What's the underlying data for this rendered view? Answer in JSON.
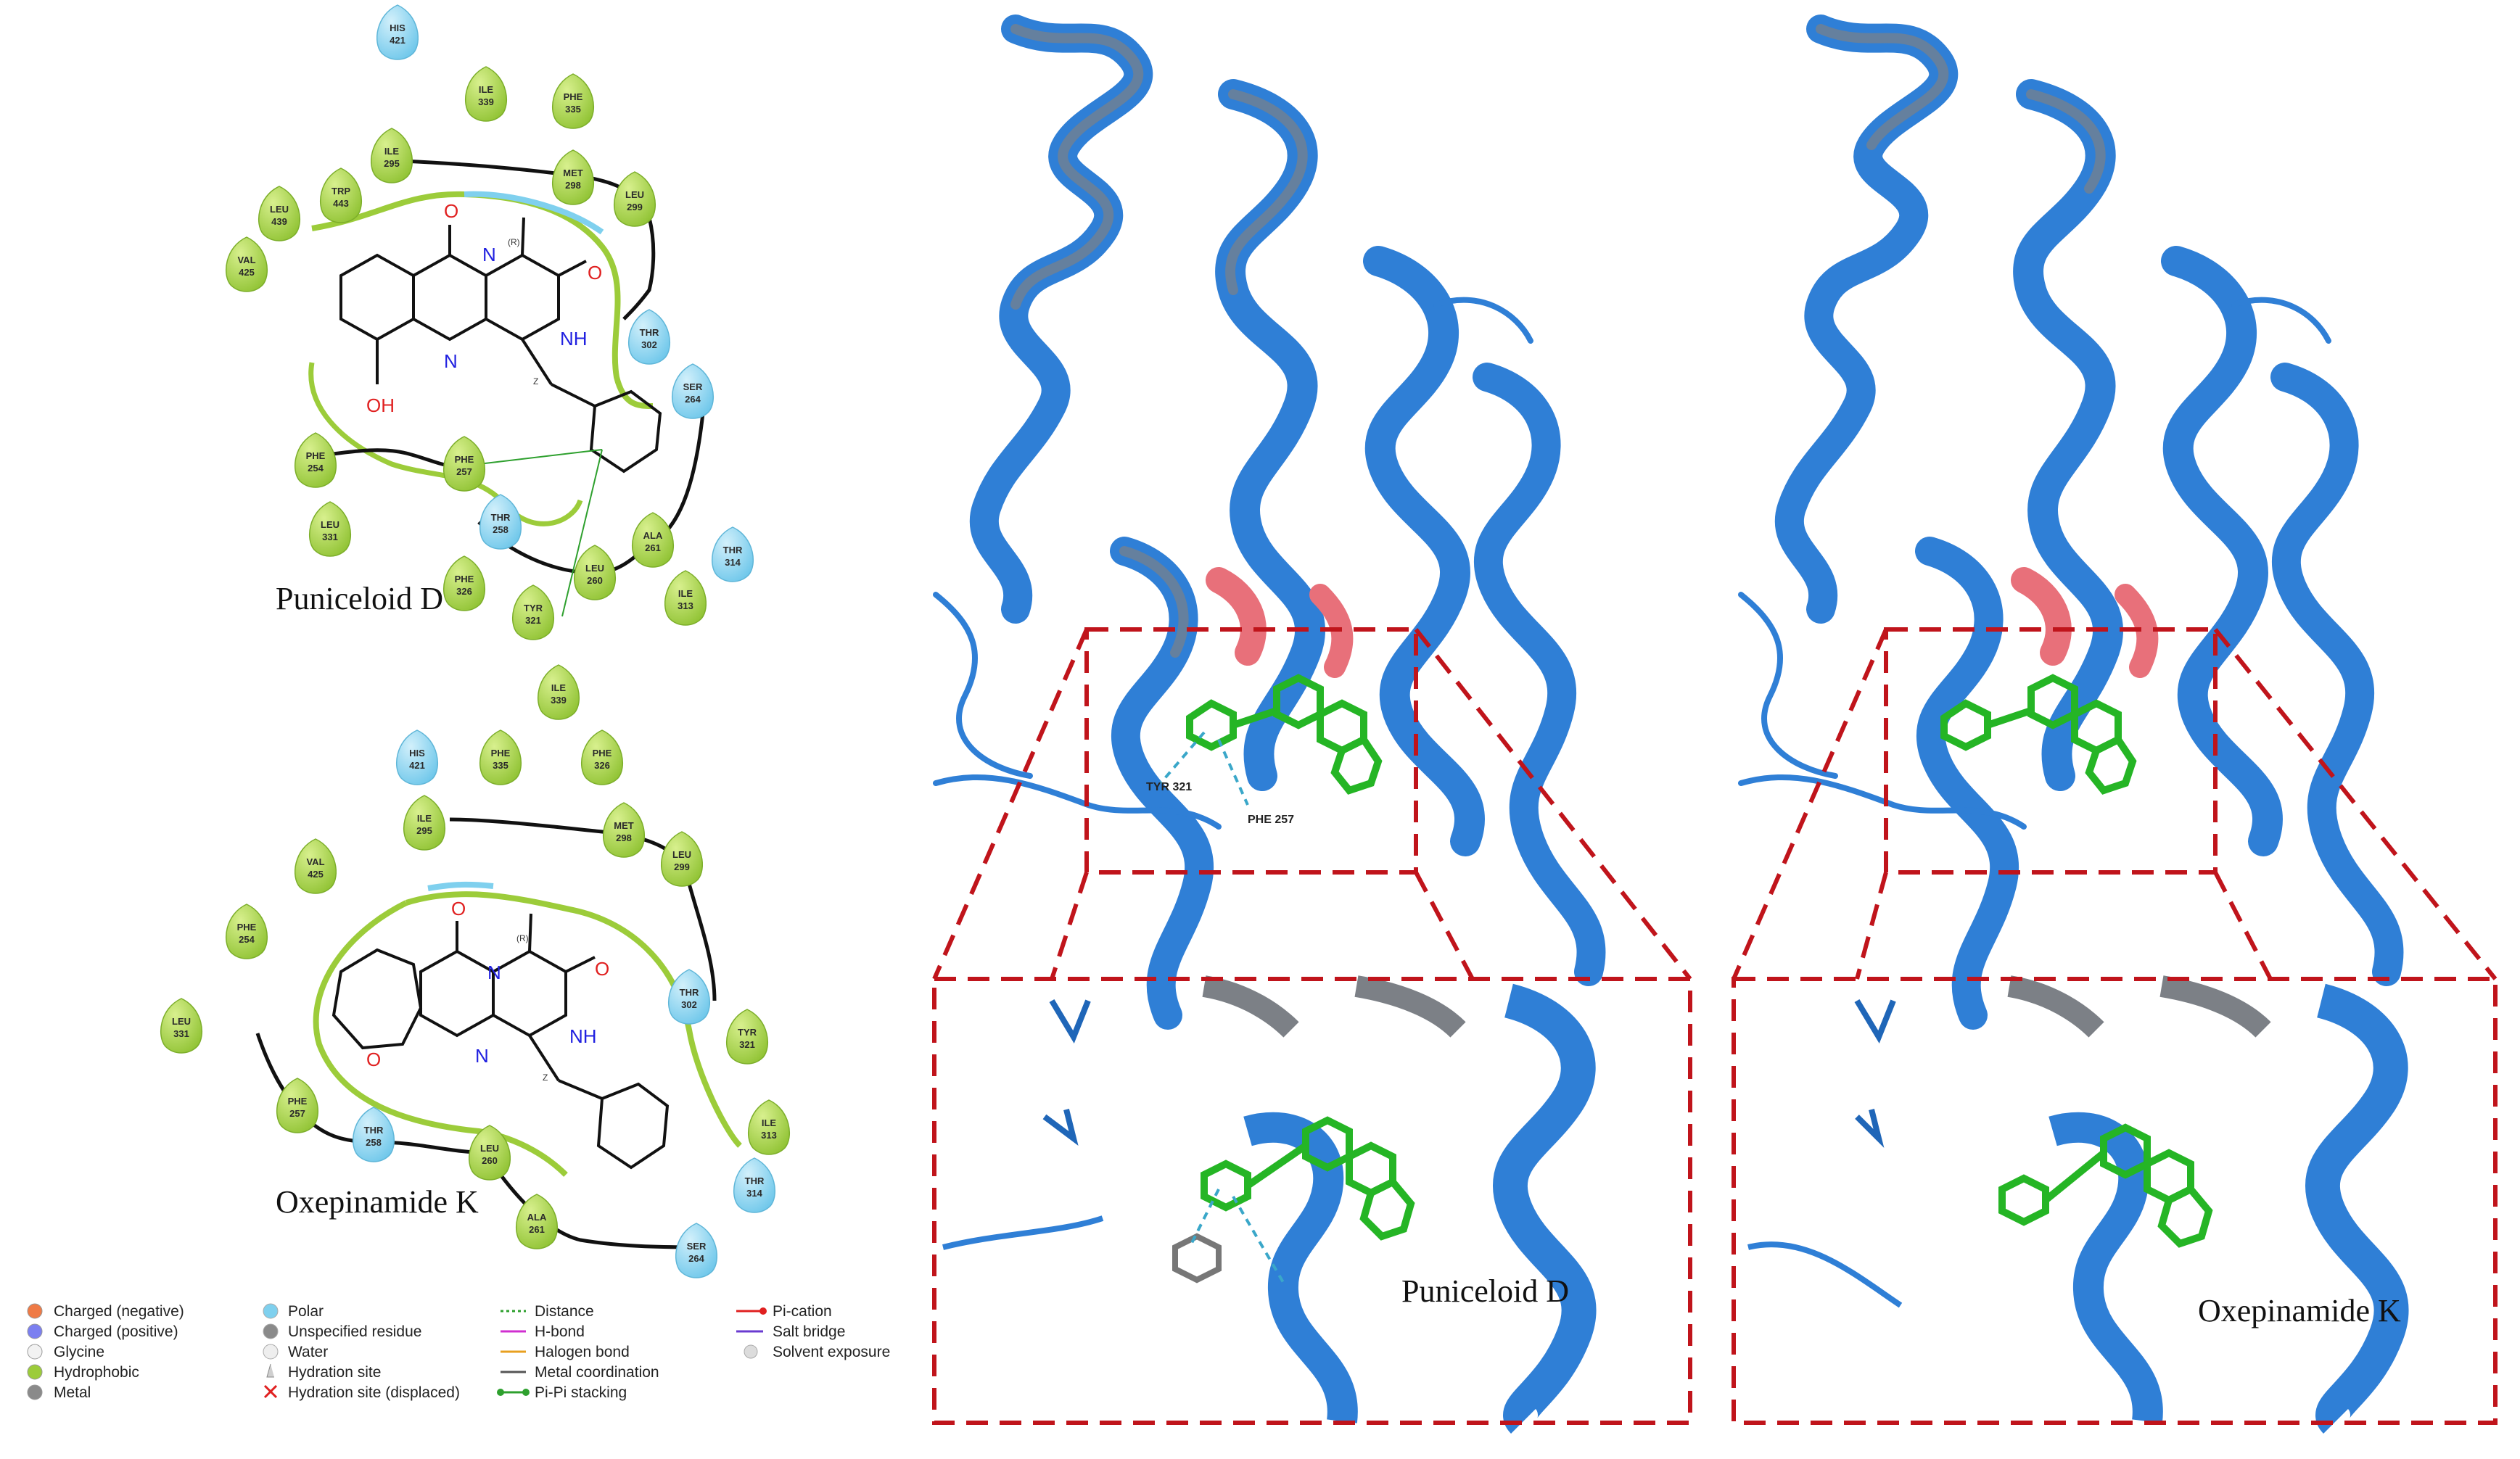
{
  "colors": {
    "hydrophobic": "#9ccc3a",
    "polar": "#7fd0ee",
    "charged_negative": "#ef7a45",
    "charged_positive": "#7b7ff0",
    "ribbon_blue": "#2f7fd6",
    "ribbon_gray": "#7c8086",
    "ligand_green": "#2ecc2e",
    "box_red": "#c0141b"
  },
  "panel_top": {
    "title": "Puniceloid D",
    "residues": [
      {
        "name": "HIS",
        "num": "421",
        "kind": "polar"
      },
      {
        "name": "ILE",
        "num": "339",
        "kind": "hydrophobic"
      },
      {
        "name": "PHE",
        "num": "335",
        "kind": "hydrophobic"
      },
      {
        "name": "ILE",
        "num": "295",
        "kind": "hydrophobic"
      },
      {
        "name": "MET",
        "num": "298",
        "kind": "hydrophobic"
      },
      {
        "name": "LEU",
        "num": "299",
        "kind": "hydrophobic"
      },
      {
        "name": "TRP",
        "num": "443",
        "kind": "hydrophobic"
      },
      {
        "name": "LEU",
        "num": "439",
        "kind": "hydrophobic"
      },
      {
        "name": "VAL",
        "num": "425",
        "kind": "hydrophobic"
      },
      {
        "name": "THR",
        "num": "302",
        "kind": "polar"
      },
      {
        "name": "SER",
        "num": "264",
        "kind": "polar"
      },
      {
        "name": "PHE",
        "num": "254",
        "kind": "hydrophobic"
      },
      {
        "name": "PHE",
        "num": "257",
        "kind": "hydrophobic"
      },
      {
        "name": "LEU",
        "num": "331",
        "kind": "hydrophobic"
      },
      {
        "name": "THR",
        "num": "258",
        "kind": "polar"
      },
      {
        "name": "ALA",
        "num": "261",
        "kind": "hydrophobic"
      },
      {
        "name": "THR",
        "num": "314",
        "kind": "polar"
      },
      {
        "name": "PHE",
        "num": "326",
        "kind": "hydrophobic"
      },
      {
        "name": "LEU",
        "num": "260",
        "kind": "hydrophobic"
      },
      {
        "name": "ILE",
        "num": "313",
        "kind": "hydrophobic"
      },
      {
        "name": "TYR",
        "num": "321",
        "kind": "hydrophobic"
      }
    ],
    "atoms": {
      "o1": "O",
      "o2": "O",
      "n1": "N",
      "n2": "N",
      "nh": "NH",
      "oh": "OH",
      "stereo": "(R)",
      "z": "Z"
    }
  },
  "panel_bottom": {
    "title": "Oxepinamide K",
    "residues": [
      {
        "name": "ILE",
        "num": "339",
        "kind": "hydrophobic"
      },
      {
        "name": "HIS",
        "num": "421",
        "kind": "polar"
      },
      {
        "name": "PHE",
        "num": "335",
        "kind": "hydrophobic"
      },
      {
        "name": "PHE",
        "num": "326",
        "kind": "hydrophobic"
      },
      {
        "name": "ILE",
        "num": "295",
        "kind": "hydrophobic"
      },
      {
        "name": "MET",
        "num": "298",
        "kind": "hydrophobic"
      },
      {
        "name": "LEU",
        "num": "299",
        "kind": "hydrophobic"
      },
      {
        "name": "VAL",
        "num": "425",
        "kind": "hydrophobic"
      },
      {
        "name": "PHE",
        "num": "254",
        "kind": "hydrophobic"
      },
      {
        "name": "THR",
        "num": "302",
        "kind": "polar"
      },
      {
        "name": "LEU",
        "num": "331",
        "kind": "hydrophobic"
      },
      {
        "name": "TYR",
        "num": "321",
        "kind": "hydrophobic"
      },
      {
        "name": "PHE",
        "num": "257",
        "kind": "hydrophobic"
      },
      {
        "name": "THR",
        "num": "258",
        "kind": "polar"
      },
      {
        "name": "LEU",
        "num": "260",
        "kind": "hydrophobic"
      },
      {
        "name": "ILE",
        "num": "313",
        "kind": "hydrophobic"
      },
      {
        "name": "THR",
        "num": "314",
        "kind": "polar"
      },
      {
        "name": "ALA",
        "num": "261",
        "kind": "hydrophobic"
      },
      {
        "name": "SER",
        "num": "264",
        "kind": "polar"
      }
    ],
    "atoms": {
      "o1": "O",
      "o2": "O",
      "o3": "O",
      "n1": "N",
      "n2": "N",
      "nh": "NH",
      "stereo": "(R)",
      "z": "Z"
    }
  },
  "legend": {
    "col1": [
      "Charged (negative)",
      "Charged (positive)",
      "Glycine",
      "Hydrophobic",
      "Metal"
    ],
    "col2": [
      "Polar",
      "Unspecified residue",
      "Water",
      "Hydration site",
      "Hydration site (displaced)"
    ],
    "col3": [
      "Distance",
      "H-bond",
      "Halogen bond",
      "Metal coordination",
      "Pi-Pi stacking"
    ],
    "col4": [
      "Pi-cation",
      "Salt bridge",
      "Solvent exposure"
    ]
  },
  "structure_labels": {
    "left_tyr": "TYR 321",
    "left_phe": "PHE 257",
    "left_zoom_title": "Puniceloid D",
    "right_zoom_title": "Oxepinamide K"
  }
}
